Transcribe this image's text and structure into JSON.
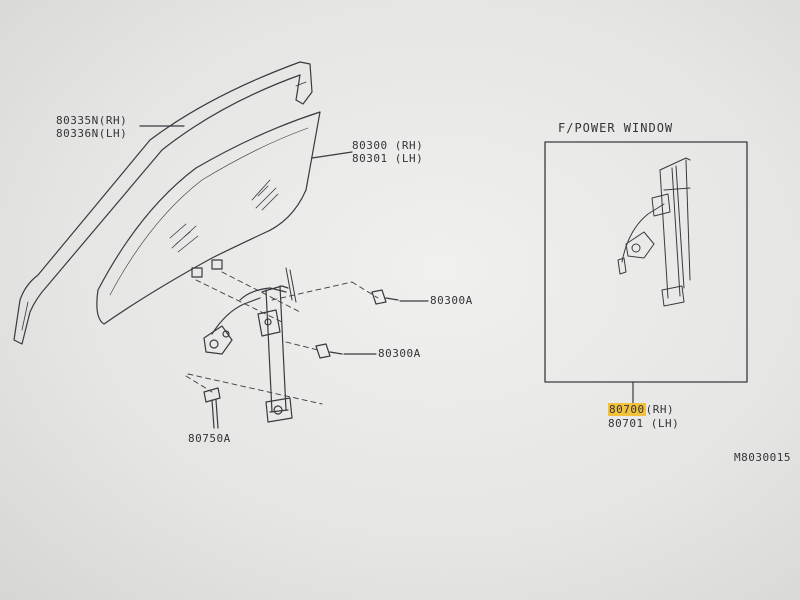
{
  "callouts": {
    "sash_rh": "80335N(RH)",
    "sash_lh": "80336N(LH)",
    "glass_rh": "80300 (RH)",
    "glass_lh": "80301 (LH)",
    "bolt_a": "80300A",
    "bolt_b": "80300A",
    "screw": "80750A"
  },
  "inset": {
    "title": "F/POWER WINDOW",
    "part_rh_num": "80700",
    "part_rh_side": "(RH)",
    "part_lh": "80701 (LH)"
  },
  "figure_code": "M8030015",
  "colors": {
    "highlight": "#f3c23a",
    "ink": "#33333a"
  }
}
